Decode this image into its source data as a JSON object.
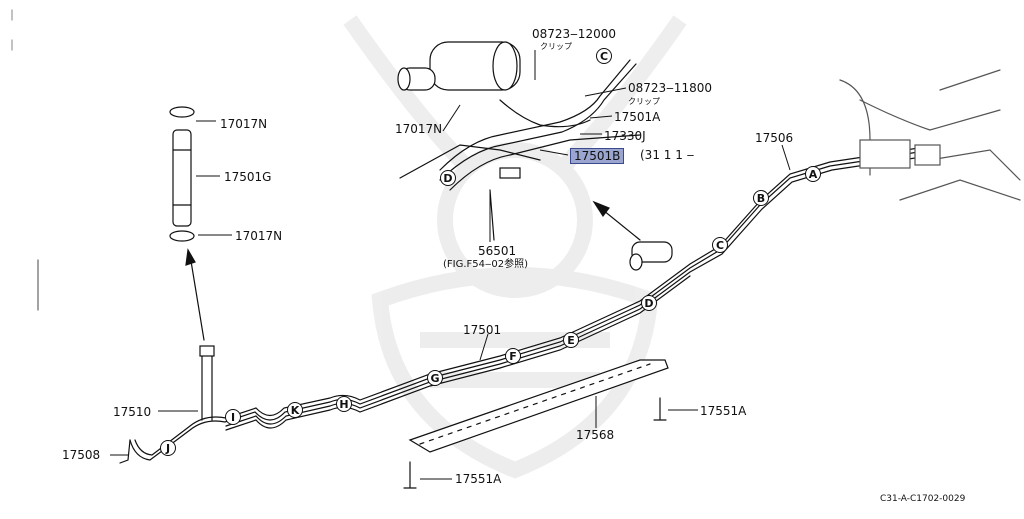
{
  "diagram": {
    "code": "C31-A-C1702-0029",
    "watermark": "kabuto-crest-watermark",
    "colors": {
      "line": "#111111",
      "highlight": "#9aa6cf",
      "watermark": "#ececec"
    },
    "labels": {
      "p08723_12000": "08723‒12000",
      "clip1": "クリップ",
      "p08723_11800": "08723‒11800",
      "clip2": "クリップ",
      "p17017N_top": "17017N",
      "p17501A": "17501A",
      "p17330J": "17330J",
      "p17501B": "17501B",
      "p17501B_extra": "(31  1  1  ‒",
      "p17506": "17506",
      "p17017N_a": "17017N",
      "p17501G": "17501G",
      "p17017N_b": "17017N",
      "p56501": "56501",
      "p56501_ref": "(FIG.F54‒02参照)",
      "p17501": "17501",
      "p17551A_right": "17551A",
      "p17510": "17510",
      "p17568": "17568",
      "p17508": "17508",
      "p17551A_bottom": "17551A"
    },
    "markers": {
      "A1": "A",
      "B1": "B",
      "C1": "C",
      "C2": "C",
      "D1": "D",
      "D2": "D",
      "E": "E",
      "F": "F",
      "G": "G",
      "H": "H",
      "K": "K",
      "I": "I",
      "J": "J"
    }
  }
}
